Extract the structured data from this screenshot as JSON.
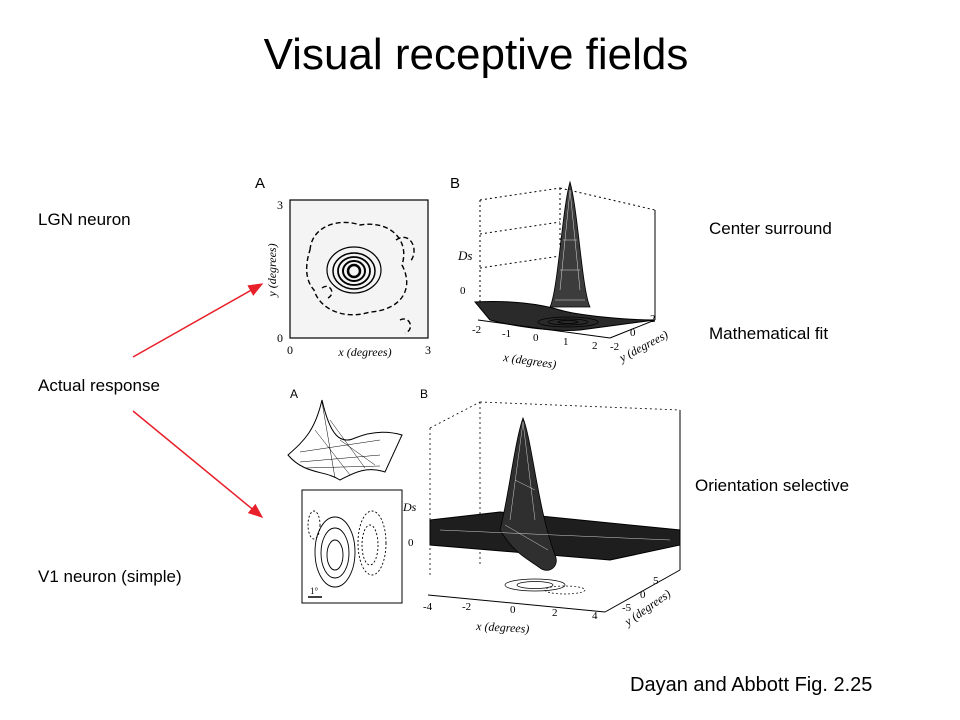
{
  "slide": {
    "title": "Visual receptive fields",
    "citation": "Dayan and Abbott Fig. 2.25"
  },
  "labels": {
    "lgn": "LGN neuron",
    "actual": "Actual response",
    "v1": "V1 neuron (simple)",
    "center_surround": "Center surround",
    "math_fit": "Mathematical fit",
    "orientation": "Orientation selective"
  },
  "figure_top": {
    "panel_a": "A",
    "panel_b": "B",
    "a_x_ticks": [
      "0",
      "3"
    ],
    "a_y_ticks": [
      "3",
      "0"
    ],
    "a_xlabel": "x (degrees)",
    "a_ylabel": "y (degrees)",
    "b_zlabel": "Ds",
    "b_z_tick": "0",
    "b_x_ticks": [
      "-2",
      "-1",
      "0",
      "1",
      "2"
    ],
    "b_y_ticks": [
      "-2",
      "0",
      "2"
    ],
    "b_xlabel": "x (degrees)",
    "b_ylabel": "y (degrees)"
  },
  "figure_bottom": {
    "panel_a": "A",
    "panel_b": "B",
    "scale_label": "1°",
    "b_zlabel": "Ds",
    "b_z_tick": "0",
    "b_x_ticks": [
      "-4",
      "-2",
      "0",
      "2",
      "4"
    ],
    "b_y_ticks": [
      "5",
      "0",
      "-5"
    ],
    "b_xlabel": "x (degrees)",
    "b_ylabel": "y (degrees)"
  },
  "colors": {
    "arrow": "#e8202a",
    "ink": "#000000"
  }
}
